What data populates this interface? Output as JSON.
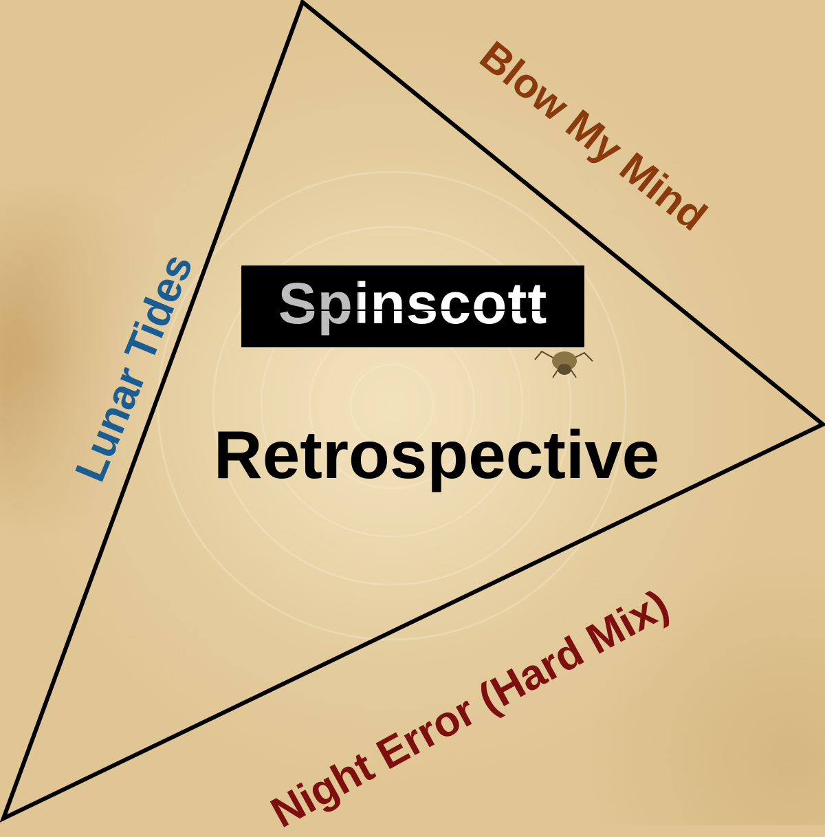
{
  "cover": {
    "artist_logo": "Spinscott",
    "album_title": "Retrospective",
    "tracks": [
      "Lunar Tides",
      "Blow My Mind",
      "Night Error (Hard Mix)"
    ],
    "colors": {
      "track1": "#1a5d94",
      "track2": "#8a3a0c",
      "track3": "#7d0f0f",
      "background": "#e0c694"
    }
  }
}
